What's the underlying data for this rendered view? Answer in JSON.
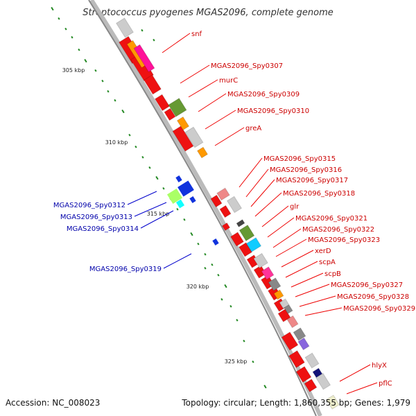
{
  "title": "Streptococcus pyogenes MGAS2096, complete genome",
  "accession": "Accession: NC_008023",
  "summary": "Topology: circular; Length: 1,860,355 bp; Genes: 1,979",
  "kbp_labels": [
    "305 kbp",
    "310 kbp",
    "315 kbp",
    "320 kbp",
    "325 kbp"
  ],
  "forward_labels": [
    "snf",
    "MGAS2096_Spy0307",
    "murC",
    "MGAS2096_Spy0309",
    "MGAS2096_Spy0310",
    "greA",
    "MGAS2096_Spy0315",
    "MGAS2096_Spy0316",
    "MGAS2096_Spy0317",
    "MGAS2096_Spy0318",
    "glr",
    "MGAS2096_Spy0321",
    "MGAS2096_Spy0322",
    "MGAS2096_Spy0323",
    "xerD",
    "scpA",
    "scpB",
    "MGAS2096_Spy0327",
    "MGAS2096_Spy0328",
    "MGAS2096_Spy0329",
    "hlyX",
    "pflC"
  ],
  "reverse_labels": [
    "MGAS2096_Spy0312",
    "MGAS2096_Spy0313",
    "MGAS2096_Spy0314",
    "MGAS2096_Spy0319"
  ],
  "colors": {
    "forward_gene": "#ee1111",
    "reverse_gene": "#1133dd",
    "forward_label": "#cc0000",
    "reverse_label": "#0000aa",
    "backbone": "#999999"
  }
}
